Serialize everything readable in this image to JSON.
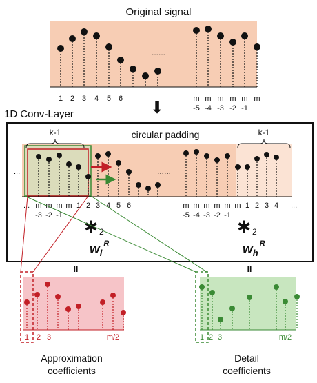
{
  "title": "Original signal",
  "conv_label": "1D Conv-Layer",
  "padding_label": "circular padding",
  "k_minus_1": "k-1",
  "ellipsis": "......",
  "dots": "...",
  "down_arrow": "⬇",
  "star": "✱",
  "subscript_two": "2",
  "w_low": "w",
  "w_low_sub": "l",
  "w_high": "w",
  "w_high_sub": "h",
  "sup_R": "R",
  "equals": "II",
  "approx_caption": [
    "Approximation",
    "coefficients"
  ],
  "detail_caption": [
    "Detail",
    "coefficients"
  ],
  "top_left_ticks": [
    "1",
    "2",
    "3",
    "4",
    "5",
    "6"
  ],
  "top_right_ticks_top": [
    "m",
    "m",
    "m",
    "m",
    "m",
    "m"
  ],
  "top_right_ticks_bottom": [
    "-5",
    "-4",
    "-3",
    "-2",
    "-1",
    ""
  ],
  "conv_left_ticks_top": [
    "m",
    "m",
    "m",
    "m",
    "1"
  ],
  "conv_left_ticks_bottom": [
    "-3",
    "-2",
    "-1",
    "",
    ""
  ],
  "conv_mid_ticks": [
    "2",
    "3",
    "4",
    "5",
    "6"
  ],
  "conv_right_ticks_top": [
    "m",
    "m",
    "m",
    "m",
    "m",
    "m"
  ],
  "conv_right_ticks_bottom": [
    "-5",
    "-4",
    "-3",
    "-2",
    "-1",
    ""
  ],
  "conv_end_ticks": [
    "1",
    "2",
    "3",
    "4"
  ],
  "approx_ticks": [
    "1",
    "2",
    "3",
    "m/2"
  ],
  "detail_ticks": [
    "1",
    "2",
    "3",
    "m/2"
  ],
  "colors": {
    "orange": "#f7cdb4",
    "light_orange": "#fbe3d4",
    "green_bg": "#c8e6bf",
    "green": "#3a8a34",
    "red": "#c21f26",
    "pink": "#f6c4c8",
    "black": "#111111"
  }
}
